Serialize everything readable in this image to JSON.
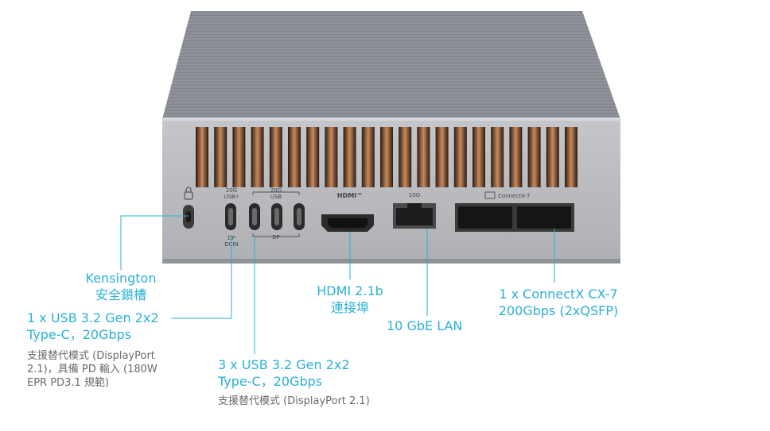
{
  "device": {
    "panel_marks": {
      "usb_20g_pd": "20G\nUSB⚡",
      "usb_20g": "20G\nUSB",
      "dp": "DP",
      "dp_dcin": "DP\nDCIN",
      "hdmi_logo": "HDMI™",
      "lan_10g": "10G",
      "connectx": "ConnectX-7"
    }
  },
  "callouts": {
    "kensington": {
      "line1": "Kensington",
      "line2": "安全鎖槽"
    },
    "usb_single": {
      "line1": "1 x USB 3.2 Gen 2x2",
      "line2": "Type-C，20Gbps",
      "note1": "支援替代模式 (DisplayPort",
      "note2": "2.1)，具備 PD 輸入 (180W",
      "note3": "EPR PD3.1 規範)"
    },
    "usb_triple": {
      "line1": "3 x USB 3.2 Gen 2x2",
      "line2": "Type-C，20Gbps",
      "note1": "支援替代模式 (DisplayPort 2.1)"
    },
    "hdmi": {
      "line1": "HDMI 2.1b",
      "line2": "連接埠"
    },
    "lan": {
      "line1": "10 GbE LAN"
    },
    "connectx": {
      "line1": "1 x ConnectX CX-7",
      "line2": "200Gbps (2xQSFP)"
    }
  },
  "colors": {
    "accent": "#2ab0d8",
    "note_text": "#6b6b6b",
    "chassis_top": "#8b8f95",
    "chassis_face": "#b7b9bd",
    "vent_copper": "#b0724a"
  }
}
